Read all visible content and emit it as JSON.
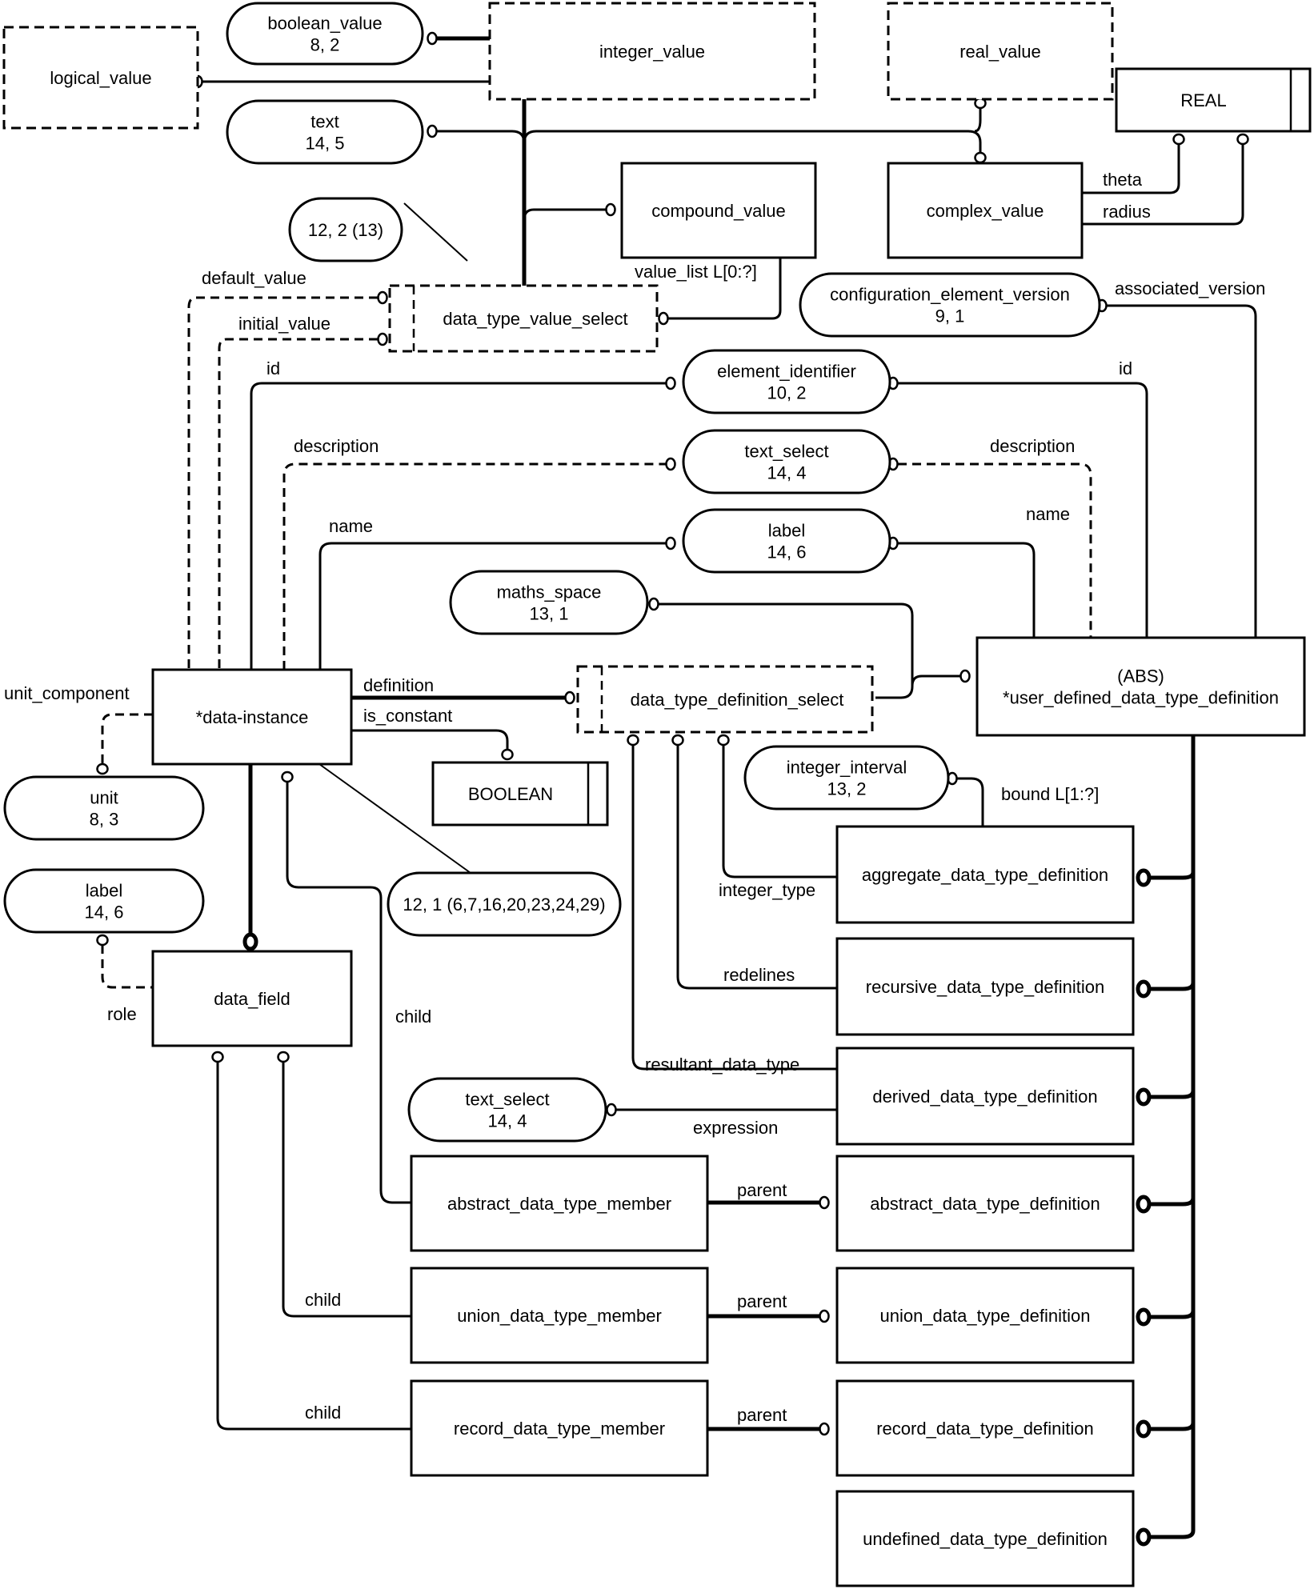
{
  "title": "data_type EXPRESS-G diagram",
  "entities": {
    "logical_value": {
      "label": "logical_value",
      "kind": "select"
    },
    "boolean_value": {
      "label": "boolean_value",
      "ref": "8, 2",
      "kind": "ref"
    },
    "integer_value": {
      "label": "integer_value",
      "kind": "select"
    },
    "real_value": {
      "label": "real_value",
      "kind": "select"
    },
    "real_type": {
      "label": "REAL",
      "kind": "simple"
    },
    "text": {
      "label": "text",
      "ref": "14, 5",
      "kind": "ref"
    },
    "compound_value": {
      "label": "compound_value",
      "kind": "entity"
    },
    "complex_value": {
      "label": "complex_value",
      "kind": "entity"
    },
    "ref_12_2": {
      "label": "12, 2 (13)",
      "kind": "ref"
    },
    "data_type_value_select": {
      "label": "data_type_value_select",
      "kind": "select"
    },
    "configuration_element_version": {
      "label": "configuration_element_version",
      "ref": "9, 1",
      "kind": "ref"
    },
    "element_identifier": {
      "label": "element_identifier",
      "ref": "10, 2",
      "kind": "ref"
    },
    "text_select_top": {
      "label": "text_select",
      "ref": "14, 4",
      "kind": "ref"
    },
    "label_top": {
      "label": "label",
      "ref": "14, 6",
      "kind": "ref"
    },
    "maths_space": {
      "label": "maths_space",
      "ref": "13, 1",
      "kind": "ref"
    },
    "user_defined_data_type_definition": {
      "label": "(ABS)",
      "label2": "*user_defined_data_type_definition",
      "kind": "entity"
    },
    "data_instance": {
      "label": "*data-instance",
      "kind": "entity"
    },
    "data_type_definition_select": {
      "label": "data_type_definition_select",
      "kind": "select"
    },
    "boolean_type": {
      "label": "BOOLEAN",
      "kind": "simple"
    },
    "unit": {
      "label": "unit",
      "ref": "8, 3",
      "kind": "ref"
    },
    "integer_interval": {
      "label": "integer_interval",
      "ref": "13, 2",
      "kind": "ref"
    },
    "label_bottom": {
      "label": "label",
      "ref": "14, 6",
      "kind": "ref"
    },
    "ref_12_1": {
      "label": "12, 1 (6,7,16,20,23,24,29)",
      "kind": "ref"
    },
    "aggregate_data_type_definition": {
      "label": "aggregate_data_type_definition",
      "kind": "entity"
    },
    "recursive_data_type_definition": {
      "label": "recursive_data_type_definition",
      "kind": "entity"
    },
    "data_field": {
      "label": "data_field",
      "kind": "entity"
    },
    "derived_data_type_definition": {
      "label": "derived_data_type_definition",
      "kind": "entity"
    },
    "text_select_bottom": {
      "label": "text_select",
      "ref": "14, 4",
      "kind": "ref"
    },
    "abstract_data_type_member": {
      "label": "abstract_data_type_member",
      "kind": "entity"
    },
    "abstract_data_type_definition": {
      "label": "abstract_data_type_definition",
      "kind": "entity"
    },
    "union_data_type_member": {
      "label": "union_data_type_member",
      "kind": "entity"
    },
    "union_data_type_definition": {
      "label": "union_data_type_definition",
      "kind": "entity"
    },
    "record_data_type_member": {
      "label": "record_data_type_member",
      "kind": "entity"
    },
    "record_data_type_definition": {
      "label": "record_data_type_definition",
      "kind": "entity"
    },
    "undefined_data_type_definition": {
      "label": "undefined_data_type_definition",
      "kind": "entity"
    }
  },
  "relationship_labels": {
    "theta": "theta",
    "radius": "radius",
    "value_list": "value_list L[0:?]",
    "associated_version": "associated_version",
    "default_value": "default_value",
    "initial_value": "initial_value",
    "id_left": "id",
    "id_right": "id",
    "description_left": "description",
    "description_right": "description",
    "name_left": "name",
    "name_right": "name",
    "unit_component": "unit_component",
    "definition": "definition",
    "is_constant": "is_constant",
    "bound": "bound L[1:?]",
    "integer_type": "integer_type",
    "redelines": "redelines",
    "child_abstract": "child",
    "role": "role",
    "resultant_data_type": "resultant_data_type",
    "expression": "expression",
    "parent_abstract": "parent",
    "child_union": "child",
    "parent_union": "parent",
    "child_record": "child",
    "parent_record": "parent"
  }
}
